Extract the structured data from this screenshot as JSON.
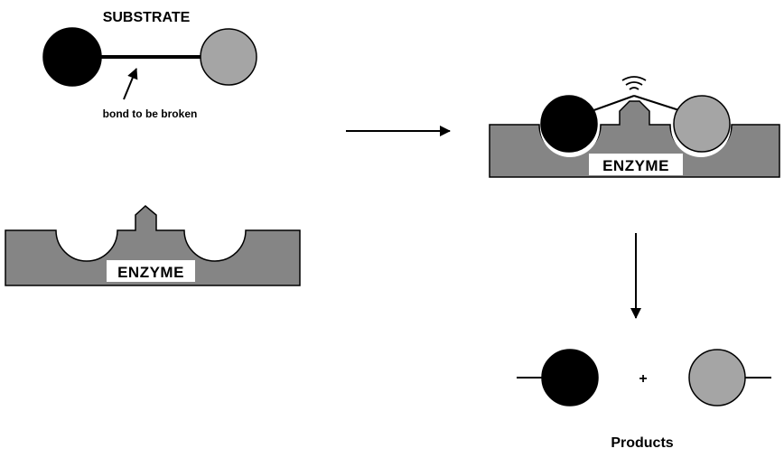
{
  "substrate": {
    "title": "SUBSTRATE",
    "bond_label": "bond to be broken"
  },
  "enzyme": {
    "label": "ENZYME"
  },
  "complex": {
    "label": "ENZYME"
  },
  "products": {
    "plus": "+",
    "label": "Products"
  },
  "colors": {
    "enzyme_fill": "#858585",
    "light_atom": "#a5a5a5",
    "dark_atom": "#000000",
    "line": "#000000"
  }
}
